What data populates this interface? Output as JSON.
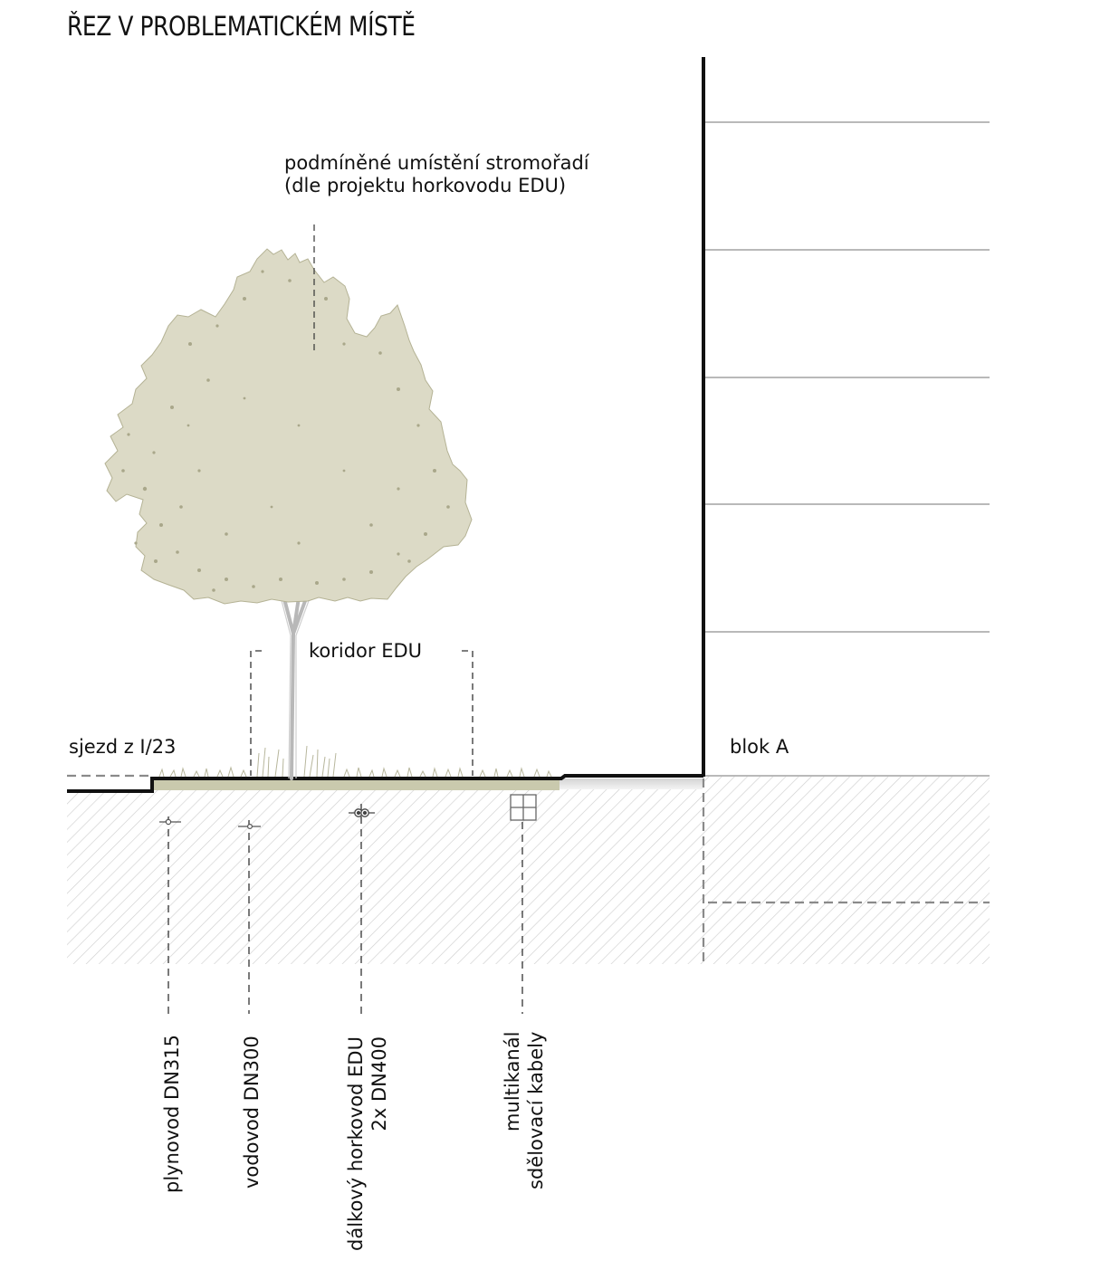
{
  "title": "ŘEZ V PROBLEMATICKÉM MÍSTĚ",
  "labels": {
    "tree_note_line1": "podmíněné umístění stromořadí",
    "tree_note_line2": "(dle projektu horkovodu EDU)",
    "koridor": "koridor EDU",
    "sjezd": "sjezd z I/23",
    "blok": "blok A"
  },
  "utilities": {
    "plynovod": "plynovod DN315",
    "vodovod": "vodovod DN300",
    "horkovod_line1": "dálkový horkovod EDU",
    "horkovod_line2": "2x DN400",
    "multikanal_line1": "multikanál",
    "multikanal_line2": "sdělovací kabely"
  },
  "colors": {
    "ink": "#111111",
    "foliage": "#dcdac6",
    "foliage_dots": "#a9a78a",
    "planting_strip": "#c9c9ad",
    "hatch": "#cfcfcf",
    "dashed": "#8a8a8a"
  },
  "icons": {
    "tree": "deciduous-tree-icon",
    "grass": "grass-icon"
  }
}
